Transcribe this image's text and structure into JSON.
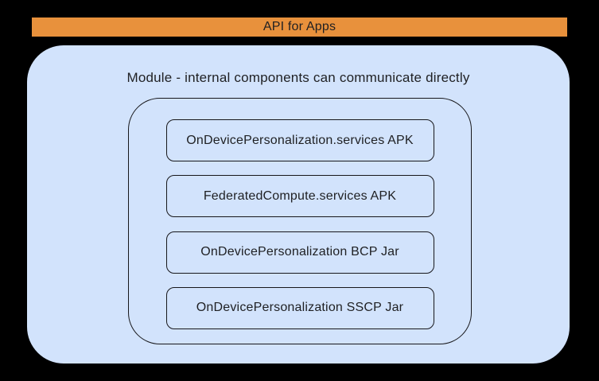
{
  "colors": {
    "background": "#000000",
    "banner_orange": "#E8913C",
    "module_blue": "#D2E3FC",
    "outline": "#17171B",
    "text": "#1F2023"
  },
  "banner": {
    "label": "API for Apps"
  },
  "module": {
    "title": "Module - internal components can communicate directly",
    "components": [
      {
        "label": "OnDevicePersonalization.services APK"
      },
      {
        "label": "FederatedCompute.services APK"
      },
      {
        "label": "OnDevicePersonalization BCP Jar"
      },
      {
        "label": "OnDevicePersonalization SSCP Jar"
      }
    ]
  }
}
